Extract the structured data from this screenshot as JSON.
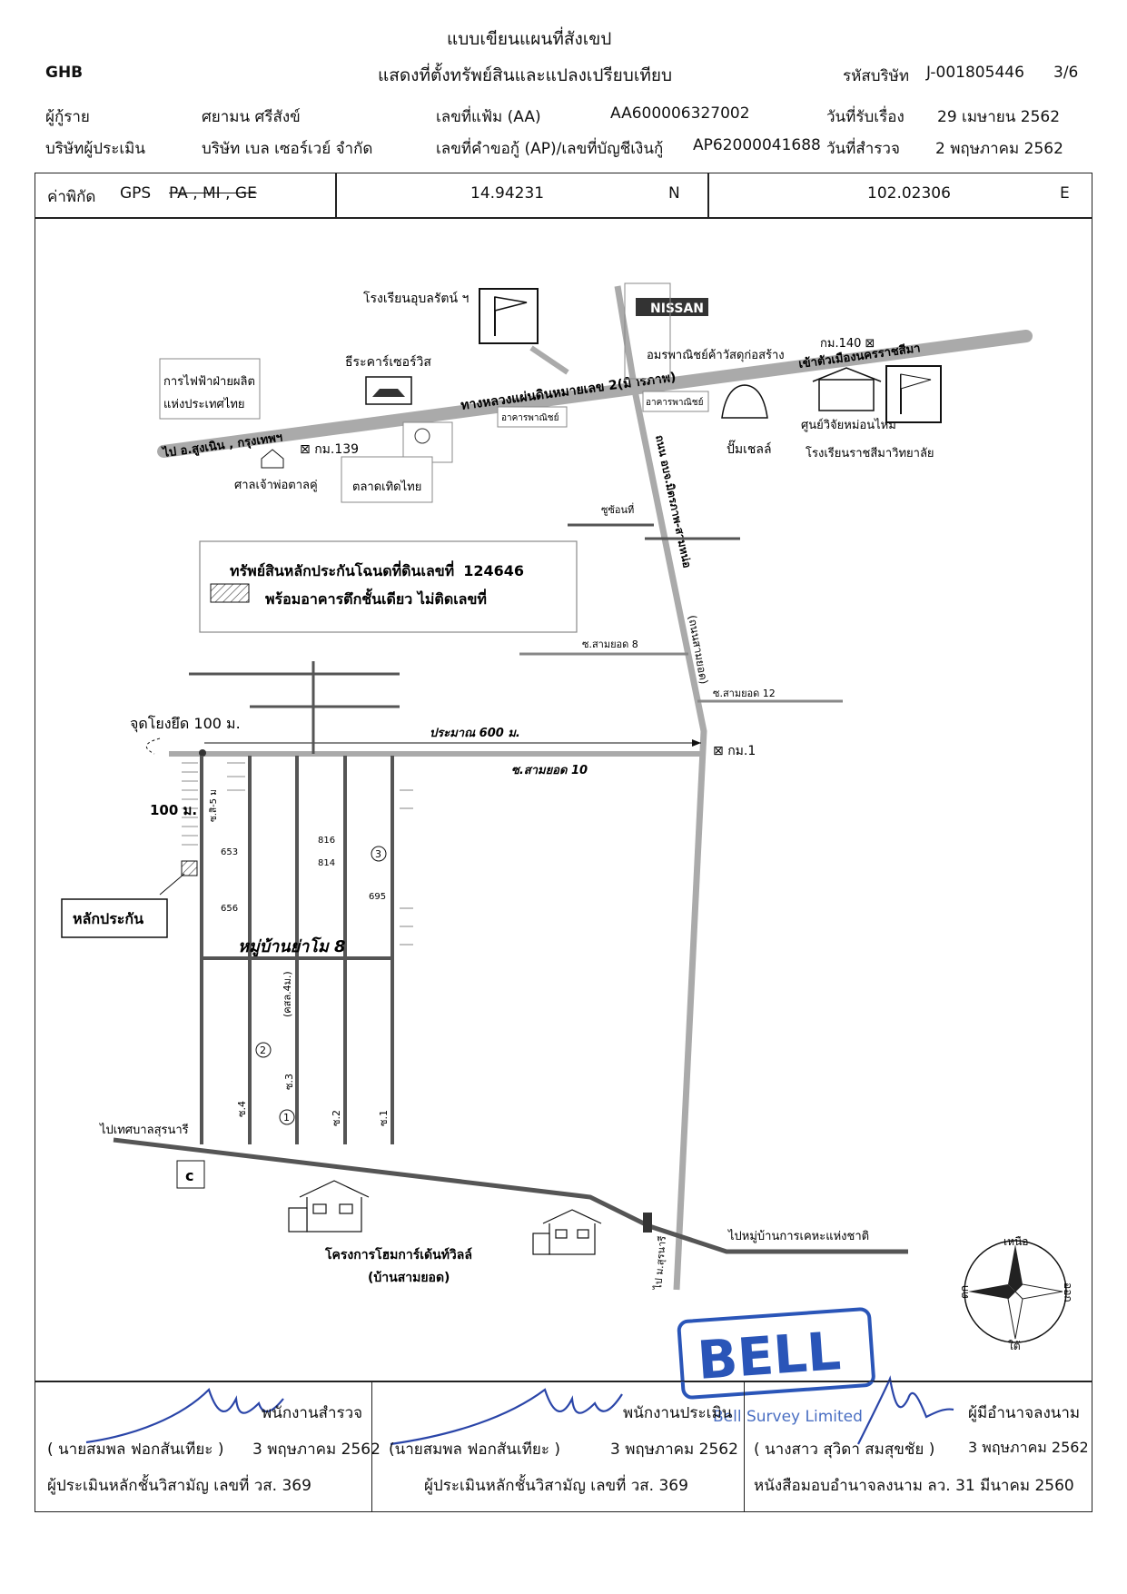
{
  "header": {
    "title": "แบบเขียนแผนที่สังเขป",
    "subtitle": "แสดงที่ตั้งทรัพย์สินและแปลงเปรียบเทียบ",
    "org": "GHB",
    "company_code_label": "รหัสบริษัท",
    "company_code": "J-001805446",
    "page": "3/6"
  },
  "info": {
    "borrower_label": "ผู้กู้ราย",
    "borrower": "ศยามน ศรีสังข์",
    "file_label": "เลขที่แฟ้ม (AA)",
    "file_no": "AA600006327002",
    "received_label": "วันที่รับเรื่อง",
    "received_date": "29 เมษายน 2562",
    "appraiser_label": "บริษัทผู้ประเมิน",
    "appraiser": "บริษัท เบล เซอร์เวย์ จำกัด",
    "app_label": "เลขที่คำขอกู้ (AP)/เลขที่บัญชีเงินกู้",
    "app_no": "AP62000041688",
    "survey_label": "วันที่สำรวจ",
    "survey_date": "2 พฤษภาคม 2562"
  },
  "gps": {
    "label": "ค่าพิกัด",
    "system": "GPS",
    "struck": "PA , MI , GE",
    "lat": "14.94231",
    "lat_dir": "N",
    "lon": "102.02306",
    "lon_dir": "E"
  },
  "map": {
    "school_top": "โรงเรียนอุบลรัตน์ ฯ",
    "nissan": "NISSAN",
    "km140": "กม.140",
    "to_city": "เข้าตัวเมืองนครราชสีมา",
    "store": "อมรพาณิชย์ค้าวัสดุก่อสร้าง",
    "toyota": "ธีระคาร์เซอร์วิส",
    "egat": "การไฟฟ้าฝ่ายผลิตแห่งประเทศไทย",
    "highway": "ทางหลวงแผ่นดินหมายเลข 2(มิตรภาพ)",
    "to_bangkok": "ไป อ.สูงเนิน , กรุงเทพฯ",
    "km139": "กม.139",
    "shrine": "ศาลเจ้าพ่อตาลคู่",
    "market": "ตลาดเทิดไทย",
    "bldg1": "อาคารพาณิชย์",
    "bldg2": "อาคารพาณิชย์",
    "shell": "ปั๊มเชลล์",
    "research": "ศูนย์วิจัยหม่อนไหม",
    "school2": "โรงเรียนราชสีมาวิทยาลัย",
    "road_v": "ถนน อบจ.มิตรภาพ-สามหน่อ",
    "soi_mark": "ซูซ้อนที่",
    "road_samyod": "(ถนนสามยอด)",
    "soi8": "ซ.สามยอด 8",
    "soi12": "ซ.สามยอด 12",
    "collateral_title": "ทรัพย์สินหลักประกันโฉนดที่ดินเลขที่",
    "deed_no": "124646",
    "collateral_sub": "พร้อมอาคารตึกชั้นเดียว ไม่ติดเลขที่",
    "ref_point": "จุดโยงยึด 100 ม.",
    "approx": "ประมาณ 600 ม.",
    "km1": "กม.1",
    "soi10": "ซ.สามยอด 10",
    "dist100": "100 ม.",
    "collateral_label": "หลักประกัน",
    "village": "หมู่บ้านย่าโม 8",
    "soi_small": "ซ.สิ-5 ม",
    "lane_width": "(คสล.4ม.)",
    "lane3": "ซ.3",
    "lane4": "ซ.4",
    "lane2": "ซ.2",
    "lane1": "ซ.1",
    "lot653": "653",
    "lot656": "656",
    "lot816": "816",
    "lot814": "814",
    "lot695": "695",
    "c1": "1",
    "c2": "2",
    "c3": "3",
    "to_surnari": "ไปเทศบาลสุรนารี",
    "project": "โครงการโฮมการ์เด้นท์วิลล์",
    "project_sub": "(บ้านสามยอด)",
    "to_housing": "ไปหมู่บ้านการเคหะแห่งชาติ",
    "to_surnari2": "ไป ม.สุรนารี",
    "north": "เหนือ",
    "south": "ใต้",
    "east": "ออก",
    "west": "ตก"
  },
  "stamp": {
    "text": "BELL",
    "sub": "Bell Survey Limited"
  },
  "signatures": [
    {
      "role": "พนักงานสำรวจ",
      "name": "( นายสมพล ฟอกสันเทียะ )",
      "date": "3 พฤษภาคม 2562",
      "license": "ผู้ประเมินหลักชั้นวิสามัญ เลขที่ วส. 369"
    },
    {
      "role": "พนักงานประเมิน",
      "name": "(นายสมพล ฟอกสันเทียะ )",
      "date": "3 พฤษภาคม 2562",
      "license": "ผู้ประเมินหลักชั้นวิสามัญ เลขที่ วส. 369"
    },
    {
      "role": "ผู้มีอำนาจลงนาม",
      "name": "( นางสาว สุวิดา สมสุขชัย )",
      "date": "3 พฤษภาคม 2562",
      "license": "หนังสือมอบอำนาจลงนาม ลว. 31 มีนาคม 2560"
    }
  ]
}
